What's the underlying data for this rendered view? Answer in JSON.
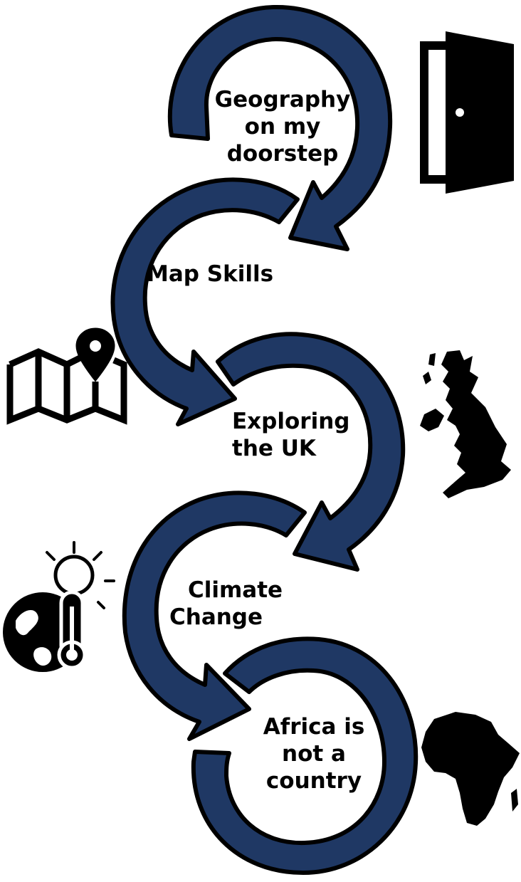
{
  "topics": [
    {
      "lines": [
        "Geography",
        "on my",
        "doorstep"
      ],
      "icon": "door-icon"
    },
    {
      "lines": [
        "Map Skills"
      ],
      "icon": "map-pin-icon"
    },
    {
      "lines": [
        "Exploring",
        "the UK"
      ],
      "icon": "uk-map-icon"
    },
    {
      "lines": [
        "Climate",
        "Change"
      ],
      "icon": "climate-thermometer-icon"
    },
    {
      "lines": [
        "Africa is",
        "not a",
        "country"
      ],
      "icon": "africa-map-icon"
    }
  ],
  "colors": {
    "arrow_fill": "#1f3864",
    "arrow_outline": "#000000",
    "icon": "#000000",
    "background": "#ffffff"
  }
}
